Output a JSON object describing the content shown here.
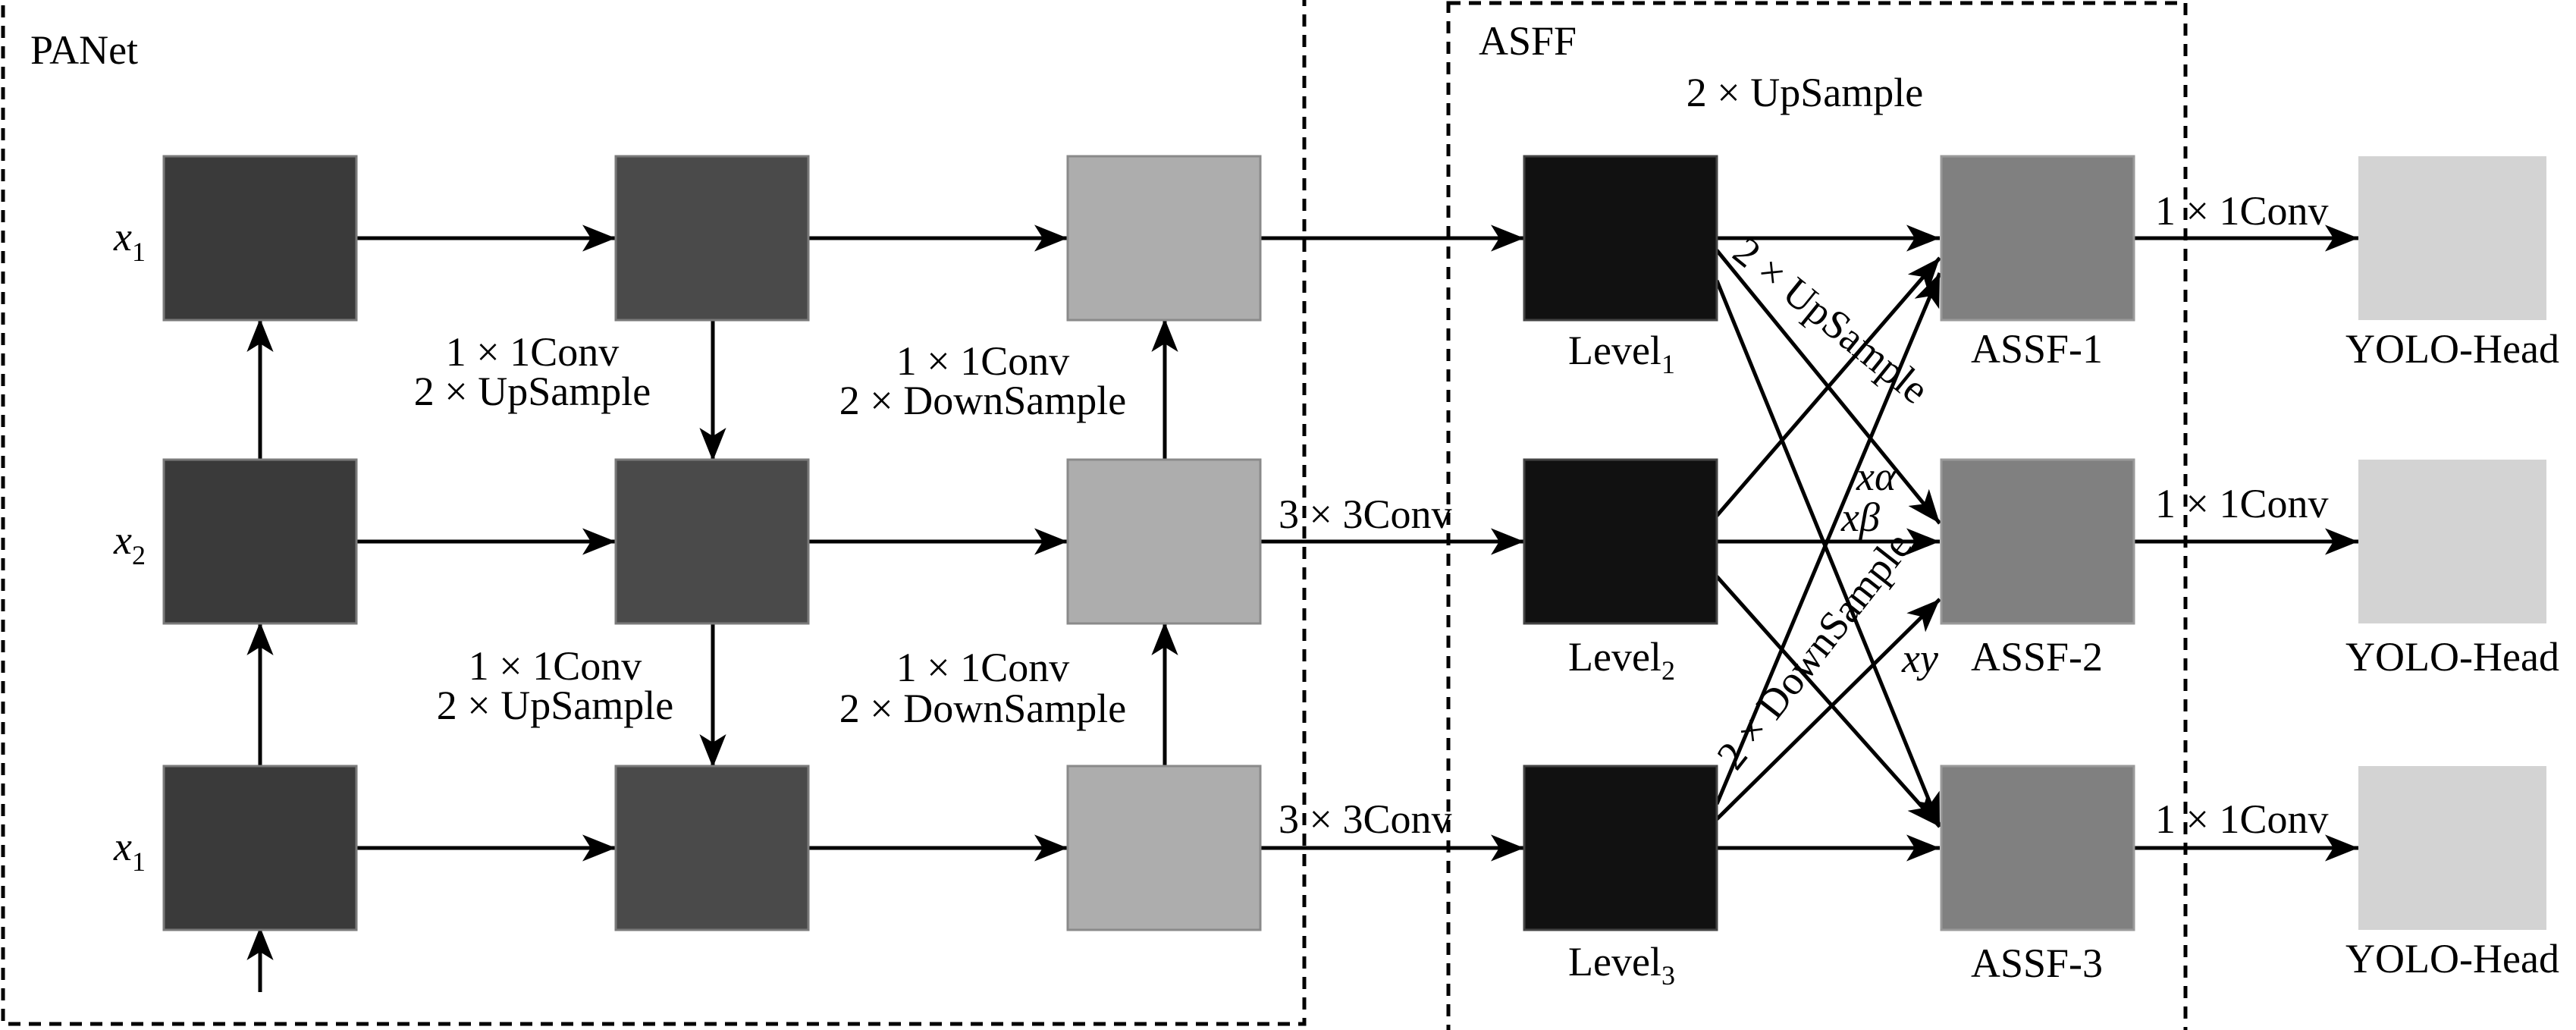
{
  "panet": {
    "title": "PANet",
    "inputs": [
      {
        "var": "x",
        "sub": "1"
      },
      {
        "var": "x",
        "sub": "2"
      },
      {
        "var": "x",
        "sub": "1"
      }
    ],
    "upsample_labels": [
      {
        "line1": "1 × 1Conv",
        "line2": "2 × UpSample"
      },
      {
        "line1": "1 × 1Conv",
        "line2": "2 × UpSample"
      }
    ],
    "downsample_labels": [
      {
        "line1": "1 × 1Conv",
        "line2": "2 × DownSample"
      },
      {
        "line1": "1 × 1Conv",
        "line2": "2 × DownSample"
      }
    ],
    "conv_labels": [
      "3 × 3Conv",
      "3 × 3Conv"
    ],
    "colors": {
      "column1": "#3a3a3a",
      "column2": "#4a4a4a",
      "column3": "#adadad"
    }
  },
  "asff": {
    "title": "ASFF",
    "top_label": "2 × UpSample",
    "levels": [
      {
        "name": "Level",
        "sub": "1"
      },
      {
        "name": "Level",
        "sub": "2"
      },
      {
        "name": "Level",
        "sub": "3"
      }
    ],
    "fused": [
      "ASSF-1",
      "ASSF-2",
      "ASSF-3"
    ],
    "diag_upsample": "2 × UpSample",
    "diag_downsample": "2 × DownSample",
    "weights": [
      "xα",
      "xβ",
      "xy"
    ],
    "colors": {
      "level": "#111111",
      "fused": "#808080"
    }
  },
  "heads": {
    "conv_label": "1 × 1Conv",
    "names": [
      "YOLO-Head",
      "YOLO-Head",
      "YOLO-Head"
    ],
    "color": "#d3d3d3"
  }
}
